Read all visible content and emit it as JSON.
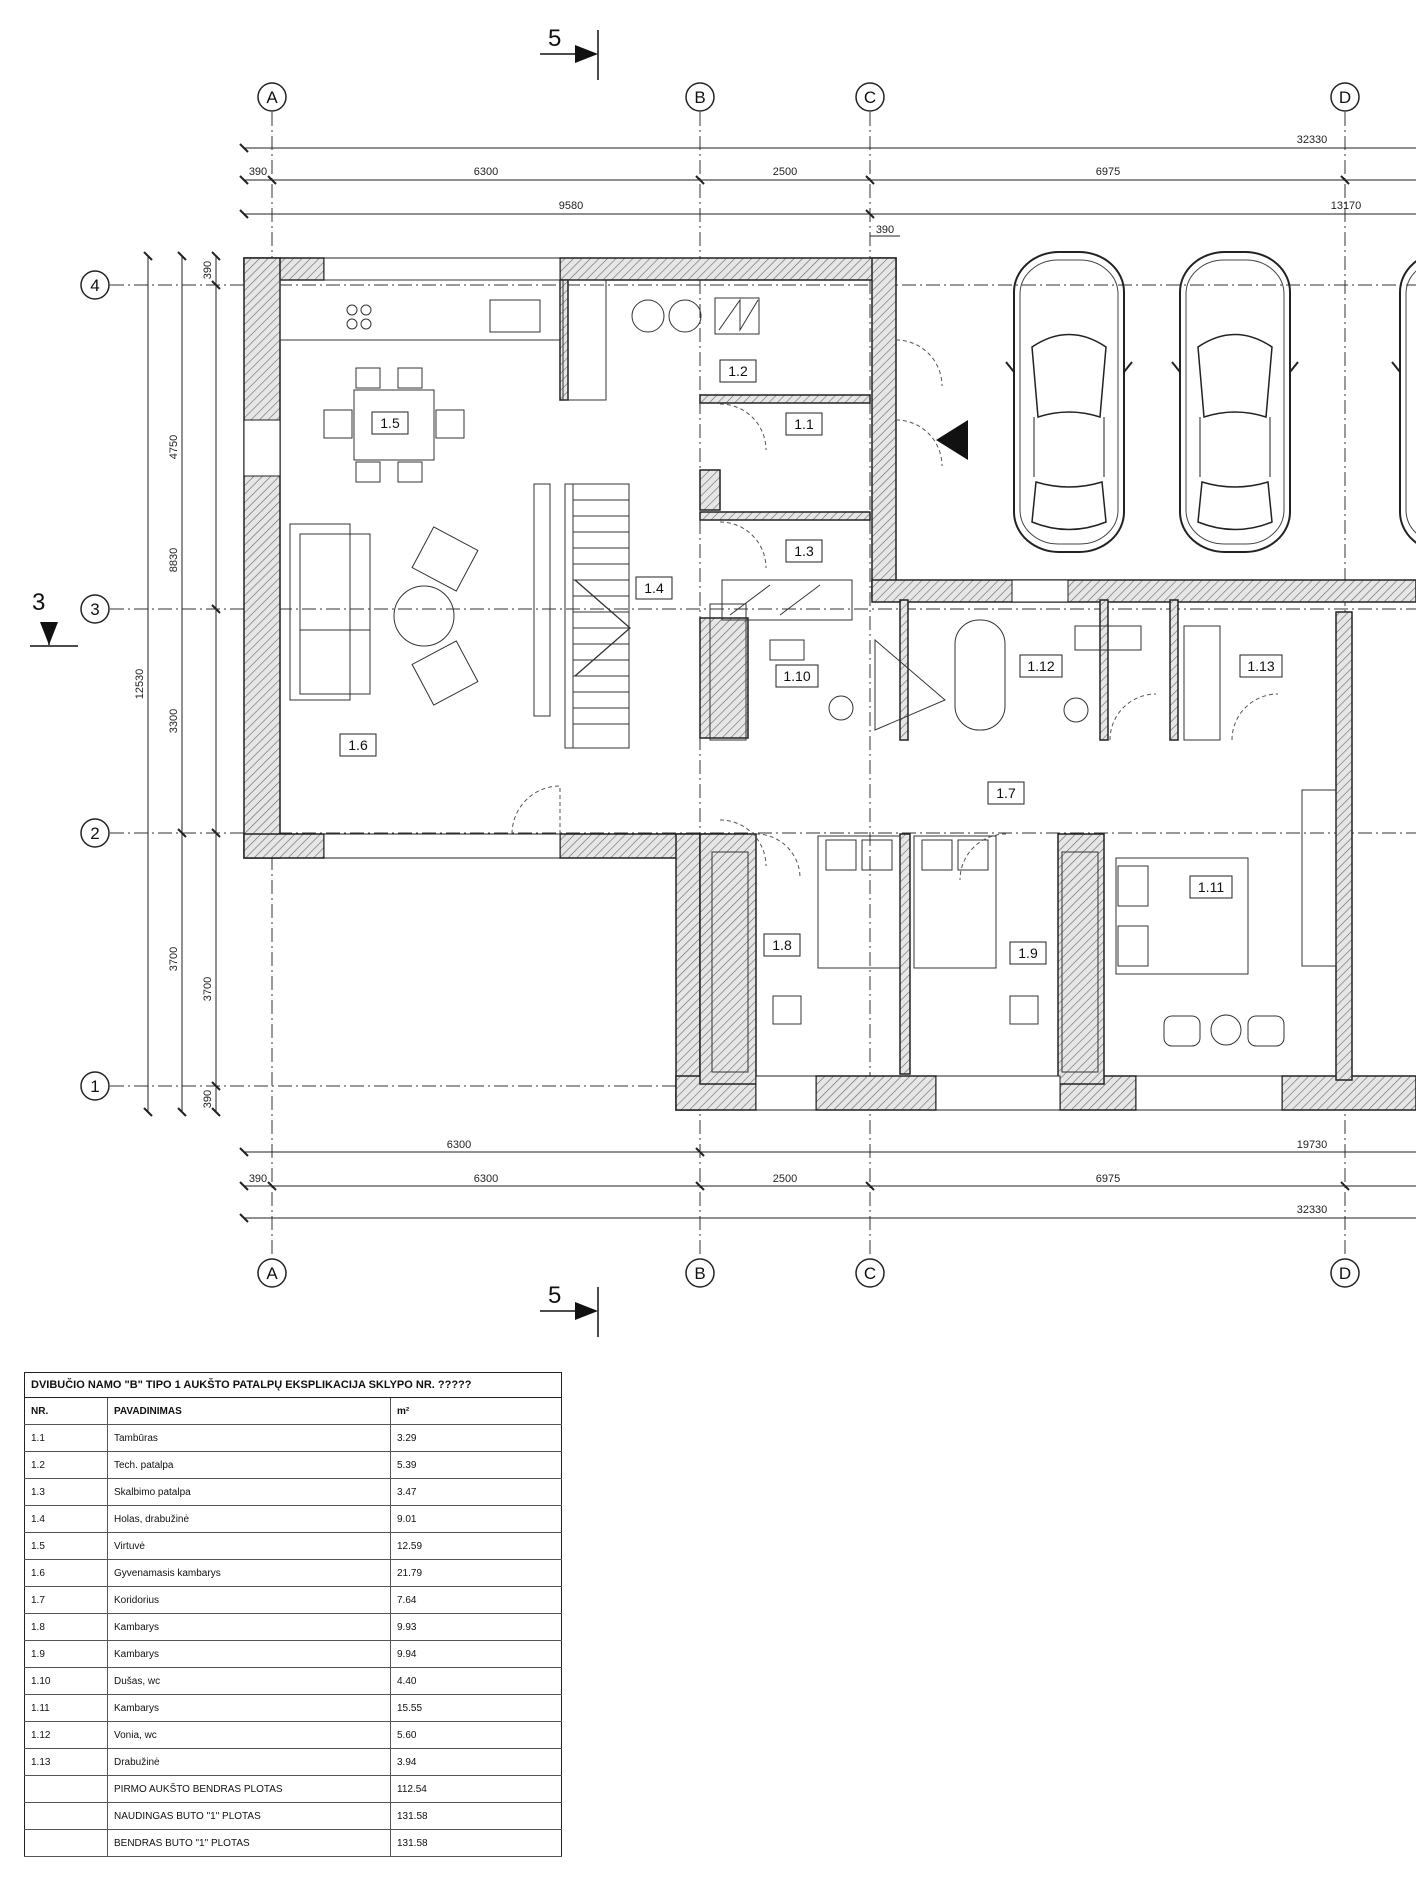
{
  "section_markers": {
    "top": "5",
    "bottom": "5",
    "left": "3"
  },
  "axes": {
    "cols": [
      "A",
      "B",
      "C",
      "D"
    ],
    "rows": [
      "4",
      "3",
      "2",
      "1"
    ]
  },
  "dims_top": {
    "total": "32330",
    "row2": [
      "390",
      "6300",
      "2500",
      "6975"
    ],
    "row3": [
      "9580",
      "13170"
    ],
    "extra": "390"
  },
  "dims_bottom": {
    "row1": [
      "6300",
      "19730"
    ],
    "row2": [
      "390",
      "6300",
      "2500",
      "6975"
    ],
    "total": "32330"
  },
  "dims_left": {
    "outer": "12530",
    "mid": [
      "8830",
      "3700"
    ],
    "inner": [
      "390",
      "4750",
      "3300",
      "3700",
      "390"
    ]
  },
  "rooms": [
    "1.1",
    "1.2",
    "1.3",
    "1.4",
    "1.5",
    "1.6",
    "1.7",
    "1.8",
    "1.9",
    "1.10",
    "1.11",
    "1.12",
    "1.13"
  ],
  "legend": {
    "title": "DVIBUČIO NAMO \"B\" TIPO 1 AUKŠTO PATALPŲ EKSPLIKACIJA SKLYPO NR. ?????",
    "headers": {
      "nr": "NR.",
      "name": "PAVADINIMAS",
      "area": "m²"
    },
    "rows": [
      {
        "nr": "1.1",
        "name": "Tambūras",
        "area": "3.29"
      },
      {
        "nr": "1.2",
        "name": "Tech. patalpa",
        "area": "5.39"
      },
      {
        "nr": "1.3",
        "name": "Skalbimo patalpa",
        "area": "3.47"
      },
      {
        "nr": "1.4",
        "name": "Holas, drabužinė",
        "area": "9.01"
      },
      {
        "nr": "1.5",
        "name": "Virtuvė",
        "area": "12.59"
      },
      {
        "nr": "1.6",
        "name": "Gyvenamasis kambarys",
        "area": "21.79"
      },
      {
        "nr": "1.7",
        "name": "Koridorius",
        "area": "7.64"
      },
      {
        "nr": "1.8",
        "name": "Kambarys",
        "area": "9.93"
      },
      {
        "nr": "1.9",
        "name": "Kambarys",
        "area": "9.94"
      },
      {
        "nr": "1.10",
        "name": "Dušas, wc",
        "area": "4.40"
      },
      {
        "nr": "1.11",
        "name": "Kambarys",
        "area": "15.55"
      },
      {
        "nr": "1.12",
        "name": "Vonia, wc",
        "area": "5.60"
      },
      {
        "nr": "1.13",
        "name": "Drabužinė",
        "area": "3.94"
      }
    ],
    "totals": [
      {
        "nr": "",
        "name": "PIRMO AUKŠTO BENDRAS PLOTAS",
        "area": "112.54"
      },
      {
        "nr": "",
        "name": "NAUDINGAS BUTO \"1\" PLOTAS",
        "area": "131.58"
      },
      {
        "nr": "",
        "name": "BENDRAS BUTO \"1\" PLOTAS",
        "area": "131.58"
      }
    ]
  }
}
